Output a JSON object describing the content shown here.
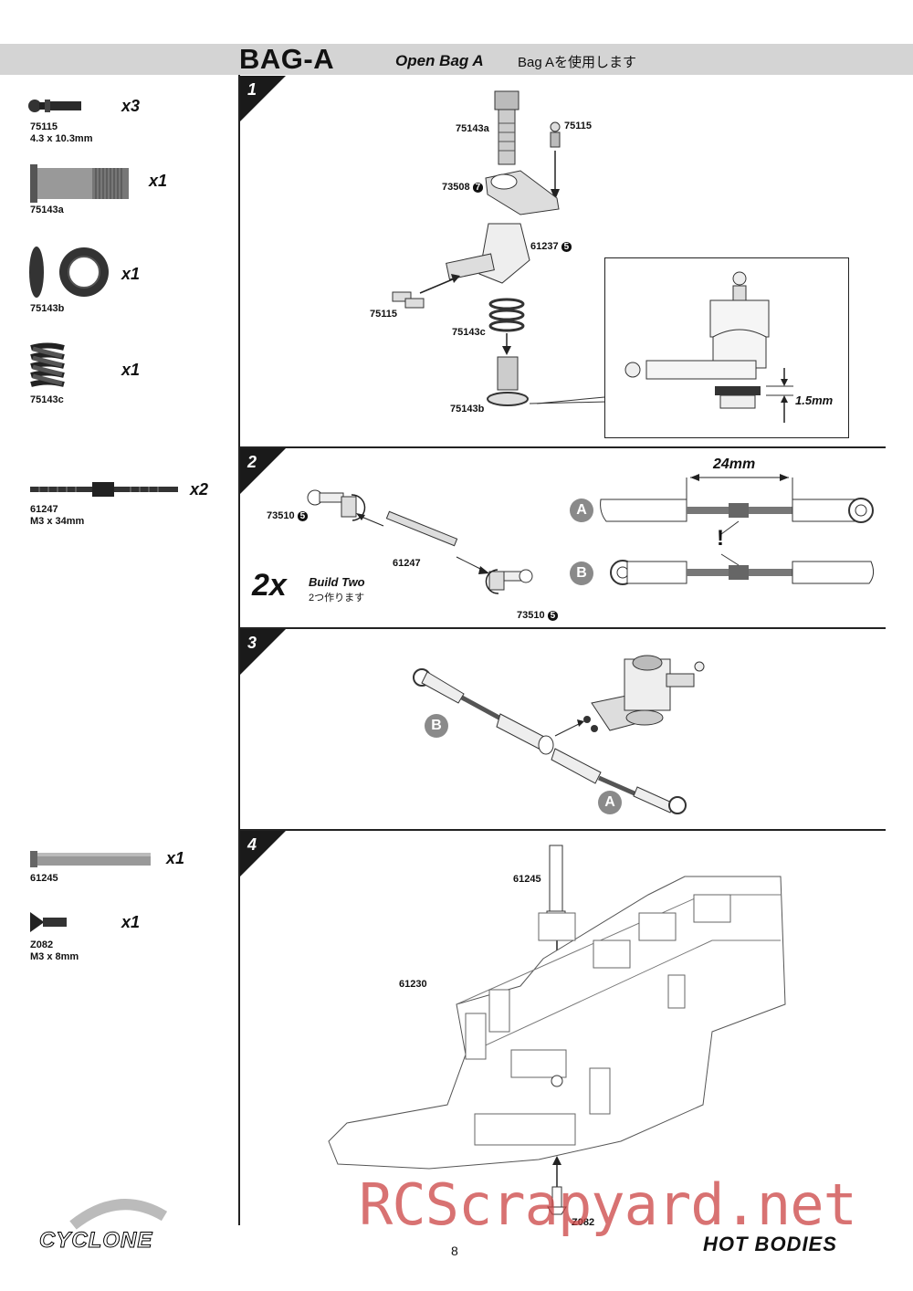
{
  "header": {
    "title": "BAG-A",
    "subtitle": "Open Bag A",
    "subtitle_jp": "Bag Aを使用します"
  },
  "parts": [
    {
      "no": "75115",
      "size": "4.3 x 10.3mm",
      "qty": "x3"
    },
    {
      "no": "75143a",
      "qty": "x1"
    },
    {
      "no": "75143b",
      "qty": "x1"
    },
    {
      "no": "75143c",
      "qty": "x1"
    },
    {
      "no": "61247",
      "size": "M3 x 34mm",
      "qty": "x2"
    },
    {
      "no": "61245",
      "qty": "x1"
    },
    {
      "no": "Z082",
      "size": "M3 x 8mm",
      "qty": "x1"
    }
  ],
  "steps": [
    {
      "number": "1",
      "labels": [
        "75143a",
        "75115",
        "73508",
        "61237",
        "75115",
        "75143c",
        "75143b"
      ],
      "badges": [
        "7",
        "5"
      ],
      "inset_label": "1.5mm"
    },
    {
      "number": "2",
      "labels": [
        "73510",
        "61247",
        "73510"
      ],
      "badges": [
        "5",
        "5"
      ],
      "dimension": "24mm",
      "multiplier": "2x",
      "build_two": "Build Two",
      "build_two_jp": "2つ作ります",
      "variants": [
        "A",
        "B"
      ],
      "warning": "!"
    },
    {
      "number": "3",
      "variants": [
        "B",
        "A"
      ]
    },
    {
      "number": "4",
      "labels": [
        "61245",
        "61230",
        "Z082"
      ]
    }
  ],
  "footer": {
    "page_number": "8",
    "logo_left": "CYCLONE",
    "logo_right": "HOT BODIES",
    "watermark": "RCScrapyard.net"
  }
}
